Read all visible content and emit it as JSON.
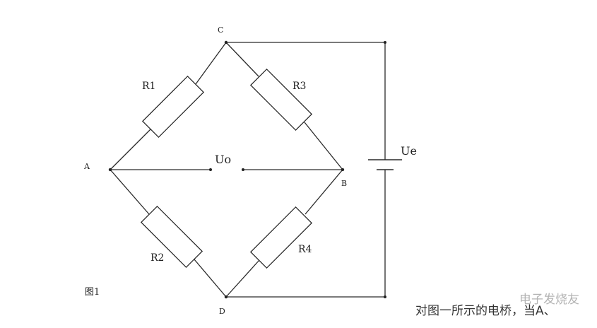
{
  "nodes": {
    "a": "A",
    "b": "B",
    "c": "C",
    "d": "D"
  },
  "resistors": {
    "r1": "R1",
    "r2": "R2",
    "r3": "R3",
    "r4": "R4"
  },
  "output_voltage": "Uo",
  "supply_voltage": "Ue",
  "figure_label": "图1",
  "caption": "对图一所示的电桥，当A、",
  "watermark": "电子发烧友"
}
